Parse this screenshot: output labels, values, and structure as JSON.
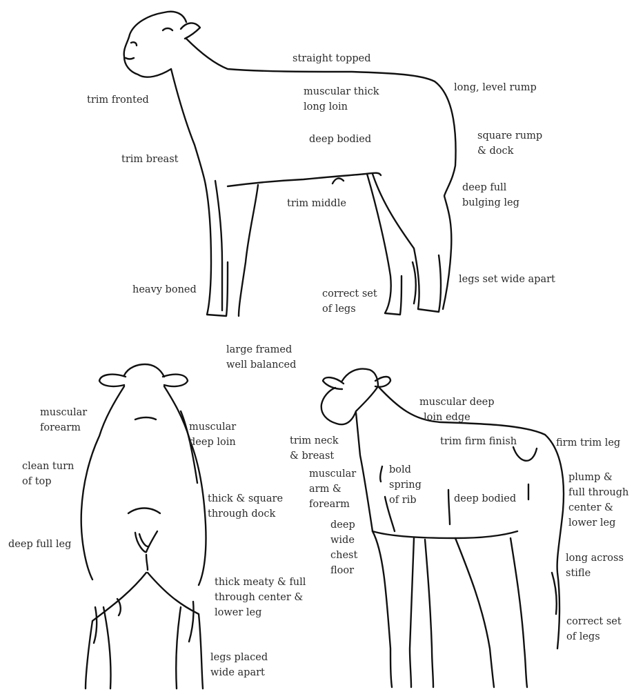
{
  "side_view": {
    "labels": {
      "straight_topped": "straight topped",
      "trim_fronted": "trim fronted",
      "muscular_thick_long_loin": [
        "muscular thick",
        "long loin"
      ],
      "long_level_rump": "long, level rump",
      "deep_bodied": "deep bodied",
      "square_rump_dock": [
        "square rump",
        "& dock"
      ],
      "trim_breast": "trim breast",
      "deep_full_bulging_leg": [
        "deep full",
        "bulging leg"
      ],
      "trim_middle": "trim middle",
      "heavy_boned": "heavy boned",
      "legs_set_wide_apart": "legs set wide apart",
      "correct_set_of_legs": [
        "correct set",
        "of legs"
      ]
    }
  },
  "general": {
    "large_framed_well_balanced": [
      "large framed",
      "well balanced"
    ]
  },
  "rear_view": {
    "labels": {
      "muscular_forearm": [
        "muscular",
        "forearm"
      ],
      "muscular_deep_loin": [
        "muscular",
        "deep loin"
      ],
      "clean_turn_of_top": [
        "clean turn",
        "of top"
      ],
      "thick_square_through_dock": [
        "thick & square",
        "through dock"
      ],
      "deep_full_leg": "deep full leg",
      "thick_meaty_full": [
        "thick meaty & full",
        "through center &",
        "lower leg"
      ],
      "legs_placed_wide_apart": [
        "legs placed",
        "wide apart"
      ]
    }
  },
  "three_quarter_view": {
    "labels": {
      "muscular_deep_loin_edge": [
        "muscular deep",
        "loin edge"
      ],
      "trim_neck_breast": [
        "trim neck",
        "& breast"
      ],
      "trim_firm_finish": "trim firm finish",
      "firm_trim_leg": "firm trim leg",
      "muscular_arm_forearm": [
        "muscular",
        "arm &",
        "forearm"
      ],
      "bold_spring_of_rib": [
        "bold",
        "spring",
        "of rib"
      ],
      "deep_bodied": "deep bodied",
      "plump_full_through": [
        "plump &",
        "full through",
        "center &",
        "lower leg"
      ],
      "deep_wide_chest_floor": [
        "deep",
        "wide",
        "chest",
        "floor"
      ],
      "long_across_stifle": [
        "long across",
        "stifle"
      ],
      "correct_set_of_legs": [
        "correct set",
        "of legs"
      ]
    }
  }
}
